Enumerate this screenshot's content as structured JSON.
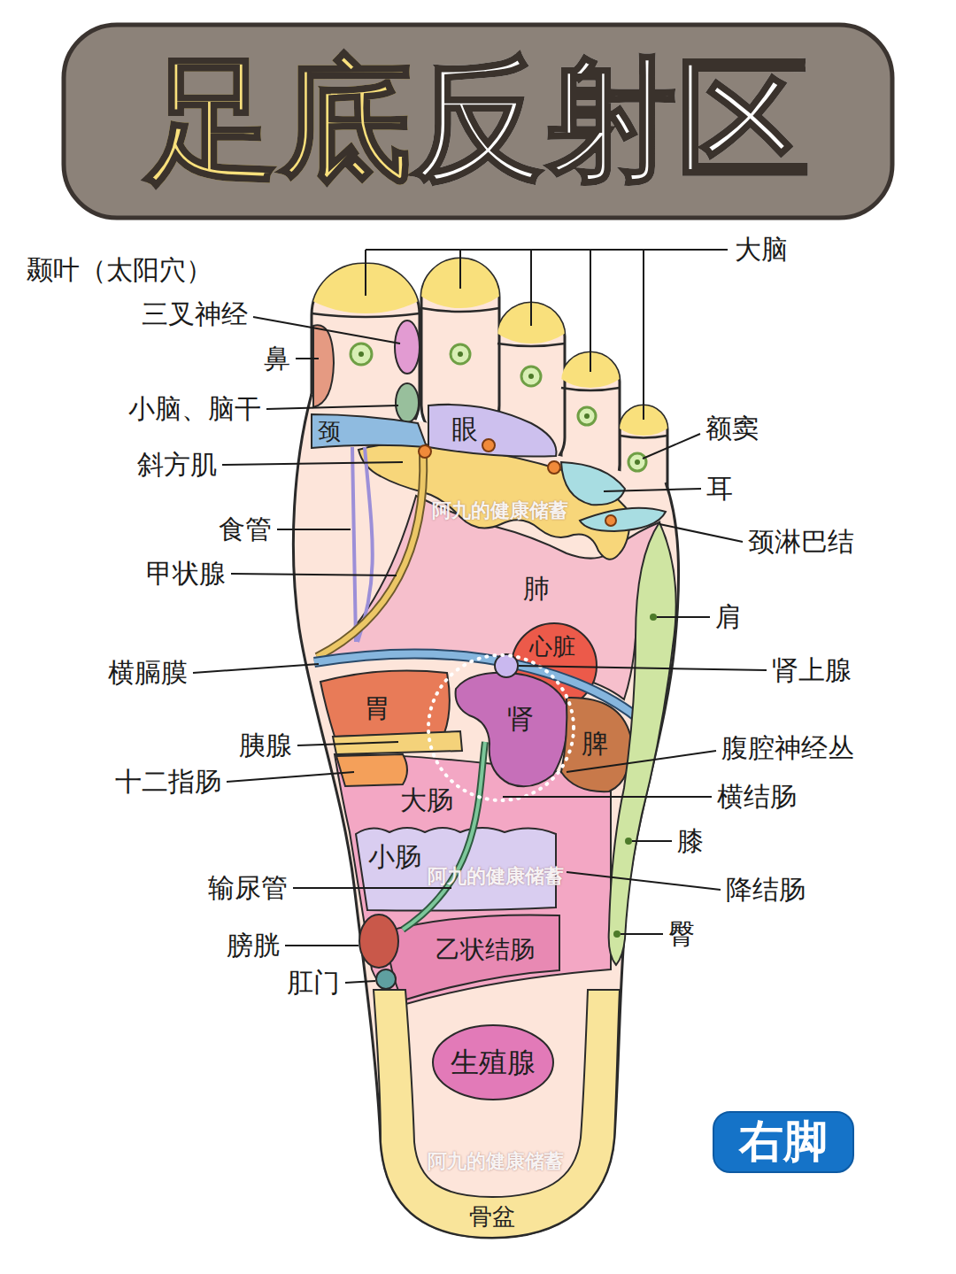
{
  "diagram": {
    "title": "足底反射区",
    "nodes": [
      {
        "text": [
          "颈"
        ]
      },
      {
        "text": [
          "眼"
        ]
      },
      {
        "text": [
          "肺"
        ]
      },
      {
        "text": [
          "心脏"
        ]
      },
      {
        "text": [
          "胃"
        ]
      },
      {
        "text": [
          "肾"
        ]
      },
      {
        "text": [
          "脾"
        ]
      },
      {
        "text": [
          "大肠"
        ]
      },
      {
        "text": [
          "小肠"
        ]
      },
      {
        "text": [
          "乙状结肠"
        ]
      },
      {
        "text": [
          "生殖腺"
        ]
      },
      {
        "text": [
          "骨盆"
        ]
      },
      {
        "text": [
          "右脚"
        ]
      }
    ],
    "labels": [
      "颞叶（太阳穴）",
      "三叉神经",
      "鼻",
      "小脑、脑干",
      "斜方肌",
      "食管",
      "甲状腺",
      "横膈膜",
      "胰腺",
      "十二指肠",
      "输尿管",
      "膀胱",
      "肛门",
      "大脑",
      "额窦",
      "耳",
      "颈淋巴结",
      "肩",
      "肾上腺",
      "腹腔神经丛",
      "横结肠",
      "膝",
      "降结肠",
      "臀",
      "阿九的健康储蓄",
      "阿九的健康储蓄",
      "阿九的健康储蓄"
    ]
  }
}
